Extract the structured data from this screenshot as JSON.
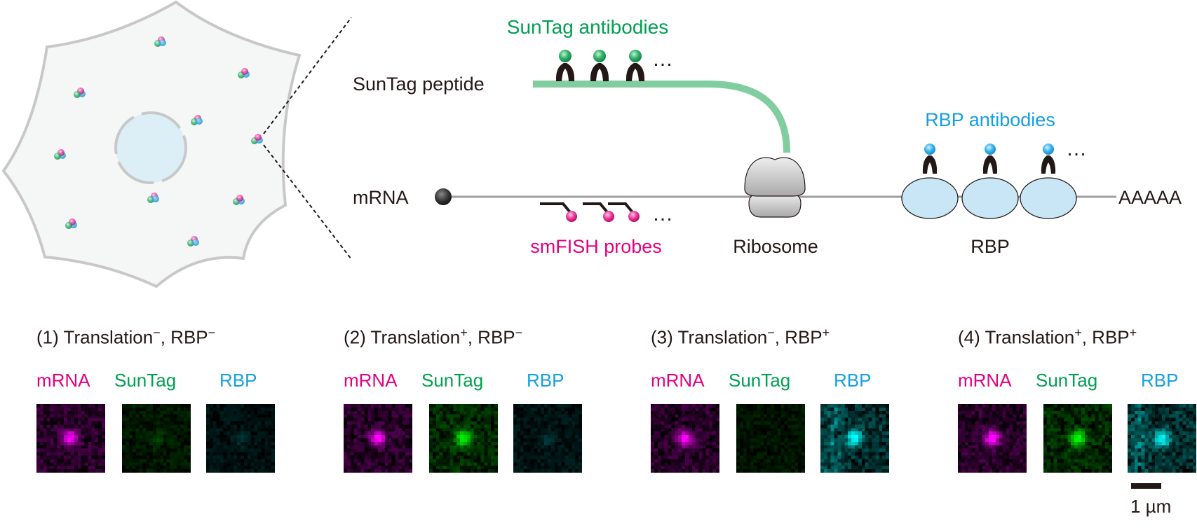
{
  "colors": {
    "suntag": "#00a051",
    "rbp": "#14a0e0",
    "smfish": "#e5007f",
    "text": "#231815",
    "peptide": "#82cda0",
    "mrna_line": "#9e9e9e",
    "rbp_fill": "#c9e6f7"
  },
  "diagram": {
    "suntag_antibodies": "SunTag antibodies",
    "suntag_peptide": "SunTag peptide",
    "mrna": "mRNA",
    "polya": "AAAAA",
    "rbp_antibodies": "RBP antibodies",
    "smfish_probes": "smFISH probes",
    "ribosome": "Ribosome",
    "rbp": "RBP",
    "ellipsis": "…"
  },
  "panels": [
    {
      "number": "(1)",
      "translation": "Translation",
      "translation_sign": "−",
      "rbp": "RBP",
      "rbp_sign": "−",
      "channels": [
        "mRNA",
        "SunTag",
        "RBP"
      ],
      "spot_intensity": [
        0.9,
        0.15,
        0.1
      ]
    },
    {
      "number": "(2)",
      "translation": "Translation",
      "translation_sign": "+",
      "rbp": "RBP",
      "rbp_sign": "−",
      "channels": [
        "mRNA",
        "SunTag",
        "RBP"
      ],
      "spot_intensity": [
        0.9,
        0.95,
        0.15
      ]
    },
    {
      "number": "(3)",
      "translation": "Translation",
      "translation_sign": "−",
      "rbp": "RBP",
      "rbp_sign": "+",
      "channels": [
        "mRNA",
        "SunTag",
        "RBP"
      ],
      "spot_intensity": [
        0.9,
        0.0,
        0.95
      ]
    },
    {
      "number": "(4)",
      "translation": "Translation",
      "translation_sign": "+",
      "rbp": "RBP",
      "rbp_sign": "+",
      "channels": [
        "mRNA",
        "SunTag",
        "RBP"
      ],
      "spot_intensity": [
        0.95,
        0.95,
        0.95
      ]
    }
  ],
  "scale_bar": {
    "label": "1 µm"
  }
}
